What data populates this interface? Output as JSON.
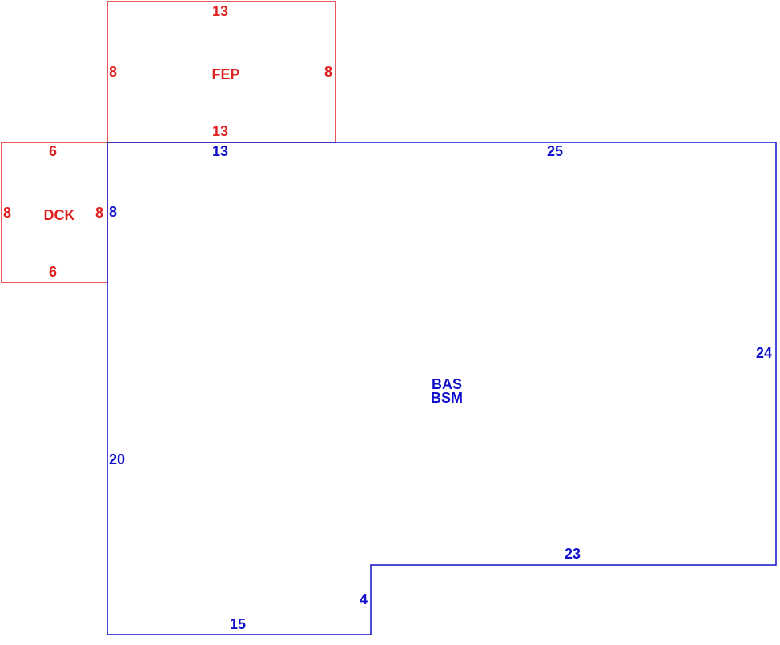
{
  "colors": {
    "addition_outline": "#e02020",
    "main_outline": "#1010cc",
    "background": "#ffffff"
  },
  "areas": {
    "fep": {
      "code": "FEP",
      "dims": {
        "top": "13",
        "bottom": "13",
        "left": "8",
        "right": "8"
      }
    },
    "dck": {
      "code": "DCK",
      "dims": {
        "top": "6",
        "bottom": "6",
        "left": "8",
        "right": "8"
      }
    },
    "main": {
      "codes": [
        "BAS",
        "BSM"
      ],
      "dims": {
        "top_left": "13",
        "top_right": "25",
        "left_upper": "8",
        "left_lower": "20",
        "right": "24",
        "step_top": "23",
        "step_side": "4",
        "bottom": "15"
      }
    }
  }
}
